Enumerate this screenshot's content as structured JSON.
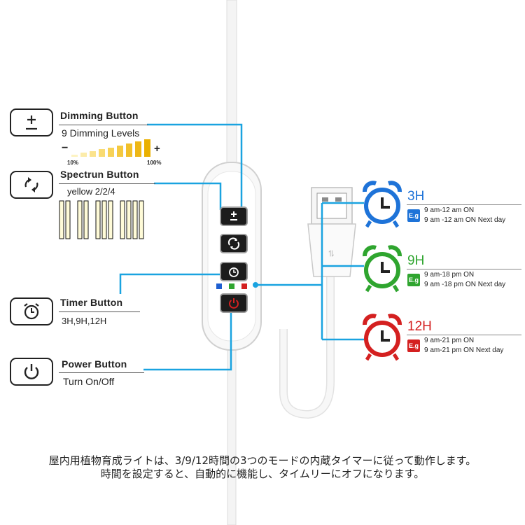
{
  "dimming": {
    "title": "Dimming Button",
    "subtitle": "9 Dimming Levels",
    "min_sign": "−",
    "max_sign": "+",
    "min_label": "10%",
    "max_label": "100%"
  },
  "spectrum": {
    "title": "Spectrun Button",
    "subtitle": "yellow 2/2/4"
  },
  "timer": {
    "title": "Timer Button",
    "subtitle": "3H,9H,12H"
  },
  "power": {
    "title": "Power Button",
    "subtitle": "Turn On/Off"
  },
  "timers": [
    {
      "label": "3H",
      "color": "#1e73d8",
      "eg": "E.g",
      "line1": "9 am-12 am ON",
      "line2": "9 am -12 am ON Next day"
    },
    {
      "label": "9H",
      "color": "#2fa52f",
      "eg": "E.g",
      "line1": "9 am-18 pm ON",
      "line2": "9 am -18 pm ON Next day"
    },
    {
      "label": "12H",
      "color": "#d42020",
      "eg": "E.g",
      "line1": "9 am-21 pm ON",
      "line2": "9 am-21 pm ON Next day"
    }
  ],
  "caption": {
    "line1": "屋内用植物育成ライトは、3/9/12時間の3つのモードの内蔵タイマーに従って動作します。",
    "line2": "時間を設定すると、自動的に機能し、タイムリーにオフになります。"
  },
  "colors": {
    "connector": "#1aa3e0",
    "blue": "#1e73d8",
    "green": "#2fa52f",
    "red": "#d42020"
  }
}
